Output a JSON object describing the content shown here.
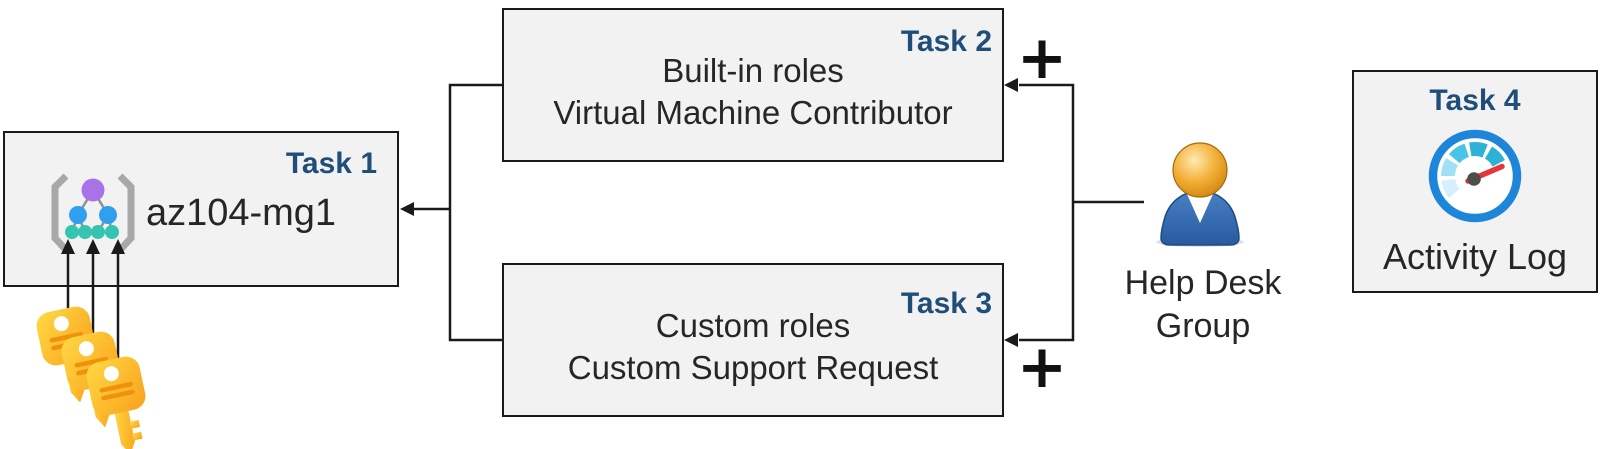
{
  "tasks": {
    "task1": {
      "badge": "Task 1",
      "name": "az104-mg1"
    },
    "task2": {
      "badge": "Task 2",
      "line1": "Built-in roles",
      "line2": "Virtual Machine Contributor"
    },
    "task3": {
      "badge": "Task 3",
      "line1": "Custom roles",
      "line2": "Custom Support Request"
    },
    "task4": {
      "badge": "Task 4",
      "caption": "Activity Log"
    }
  },
  "actor": {
    "line1": "Help Desk",
    "line2": "Group"
  },
  "symbols": {
    "plus_top": "+",
    "plus_bottom": "+"
  },
  "icons": {
    "task1": "management-group-icon",
    "task4": "activity-log-gauge-icon",
    "actor": "user-icon",
    "bottom_left": "access-keys-icon"
  },
  "colors": {
    "badge": "#1f4e79",
    "box_background": "#f2f2f2",
    "box_border": "#1a1a1a",
    "text": "#262626",
    "connector": "#1a1a1a",
    "key_gold": "#fdbf2d",
    "gauge_ring_blue": "#1e86d8",
    "needle_red": "#e8333b",
    "person_body_blue": "#3a6fb0",
    "person_head_gold": "#eca93a"
  }
}
